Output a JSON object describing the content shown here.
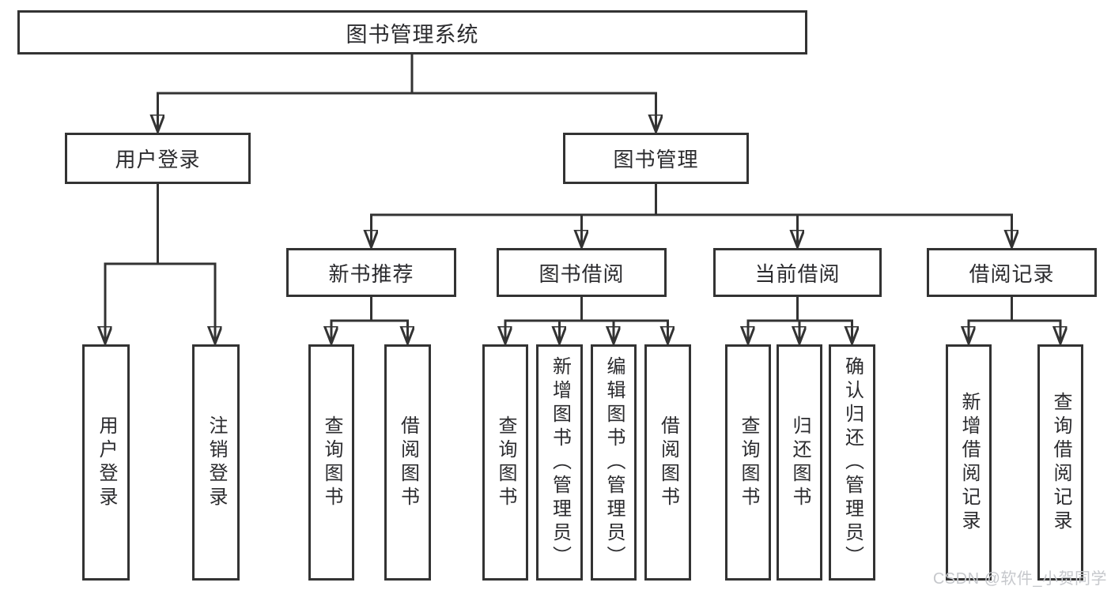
{
  "diagram": {
    "root": {
      "label": "图书管理系统"
    },
    "level2": {
      "user_login": {
        "label": "用户登录"
      },
      "book_mgmt": {
        "label": "图书管理"
      }
    },
    "level3": {
      "new_books": {
        "label": "新书推荐"
      },
      "book_borrow": {
        "label": "图书借阅"
      },
      "current_borrow": {
        "label": "当前借阅"
      },
      "borrow_records": {
        "label": "借阅记录"
      }
    },
    "leaves": {
      "user_login": [
        "用户登录",
        "注销登录"
      ],
      "new_books": [
        "查询图书",
        "借阅图书"
      ],
      "book_borrow": [
        "查询图书",
        "新增图书（管理员）",
        "编辑图书（管理员）",
        "借阅图书"
      ],
      "current_borrow": [
        "查询图书",
        "归还图书",
        "确认归还（管理员）"
      ],
      "borrow_records": [
        "新增借阅记录",
        "查询借阅记录"
      ]
    },
    "colors": {
      "line": "#333333",
      "box_border": "#333333",
      "box_fill": "#ffffff",
      "text": "#2b2b2e",
      "watermark": "#c6c8cc"
    }
  },
  "watermark": {
    "text": "CSDN @软件_小贺同学"
  }
}
